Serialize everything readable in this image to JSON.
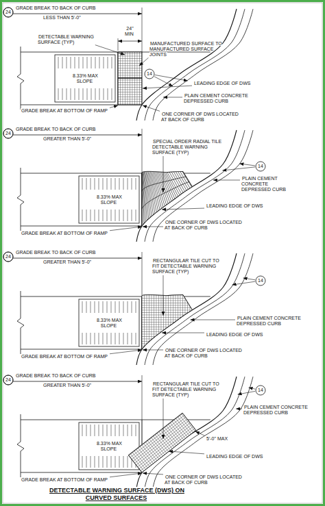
{
  "diagram": {
    "title": "DETECTABLE WARNING SURFACE (DWS) ON CURVED SURFACES",
    "labels": [
      "24",
      "GRADE BREAK TO BACK OF CURB",
      "LESS THAN 5'-0\"",
      "24\" MIN",
      "DETECTABLE WARNING SURFACE (TYP)",
      "MANUFACTURED SURFACE TO MANUFACTURED SURFACE JOINTS",
      "14",
      "LEADING EDGE OF DWS",
      "8.33% MAX SLOPE",
      "PLAIN CEMENT CONCRETE DEPRESSED CURB",
      "GRADE BREAK AT BOTTOM OF RAMP",
      "ONE CORNER OF DWS LOCATED AT BACK OF CURB",
      "24",
      "GRADE BREAK TO BACK OF CURB",
      "GREATER THAN 5'-0\"",
      "SPECIAL ORDER RADIAL TILE DETECTABLE WARNING SURFACE (TYP)",
      "14",
      "8.33% MAX SLOPE",
      "PLAIN CEMENT CONCRETE DEPRESSED CURB",
      "LEADING EDGE OF DWS",
      "GRADE BREAK AT BOTTOM OF RAMP",
      "ONE CORNER OF DWS LOCATED AT BACK OF CURB",
      "24",
      "GRADE BREAK TO BACK OF CURB",
      "GREATER THAN 5'-0\"",
      "RECTANGULAR TILE CUT TO FIT DETECTABLE WARNING SURFACE (TYP)",
      "14",
      "8.33% MAX SLOPE",
      "PLAIN CEMENT CONCRETE DEPRESSED CURB",
      "LEADING EDGE OF DWS",
      "GRADE BREAK AT BOTTOM OF RAMP",
      "ONE CORNER OF DWS LOCATED AT BACK OF CURB",
      "24",
      "GRADE BREAK TO BACK OF CURB",
      "GREATER THAN 5'-0\"",
      "RECTANGULAR TILE CUT TO FIT DETECTABLE WARNING SURFACE (TYP)",
      "14",
      "8.33% MAX SLOPE",
      "PLAIN CEMENT CONCRETE DEPRESSED CURB",
      "5'-0\" MAX",
      "LEADING EDGE OF DWS",
      "GRADE BREAK AT BOTTOM OF RAMP",
      "ONE CORNER OF DWS LOCATED AT BACK OF CURB"
    ]
  }
}
